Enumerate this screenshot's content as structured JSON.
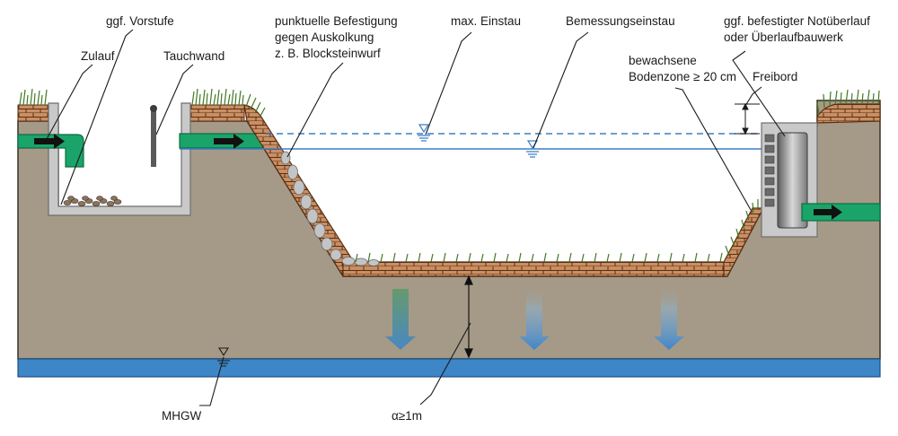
{
  "labels": {
    "vorstufe": "ggf. Vorstufe",
    "zulauf": "Zulauf",
    "tauchwand": "Tauchwand",
    "befestigung_1": "punktuelle Befestigung",
    "befestigung_2": "gegen Auskolkung",
    "befestigung_3": "z. B. Blocksteinwurf",
    "max_einstau": "max. Einstau",
    "bemessungseinstau": "Bemessungseinstau",
    "notueberlauf_1": "ggf. befestigter Notüberlauf",
    "notueberlauf_2": "oder Überlaufbauwerk",
    "bodenzone_1": "bewachsene",
    "bodenzone_2": "Bodenzone ≥ 20 cm",
    "freibord": "Freibord",
    "mhgw": "MHGW",
    "abstand": "α≥1m"
  },
  "colors": {
    "soil": "#a59a87",
    "soil_line": "#3a3226",
    "topsoil": "#c98f63",
    "topsoil_line": "#5a2f14",
    "grass": "#6aa53a",
    "grass_dark": "#3f7a22",
    "pipe_green": "#1aa46a",
    "pipe_dark": "#0c6e44",
    "water_line": "#3b7ec6",
    "groundwater": "#3d86c8",
    "concrete": "#c9c9c9",
    "concrete_dark": "#6e6e6e",
    "arrow_blue": "#3f86c9",
    "stone": "#c4c4c4"
  },
  "icons": {
    "flow_arrow": "flow-arrow-icon",
    "water_level": "water-level-triangle-icon",
    "infiltration": "infiltration-arrow-icon"
  }
}
